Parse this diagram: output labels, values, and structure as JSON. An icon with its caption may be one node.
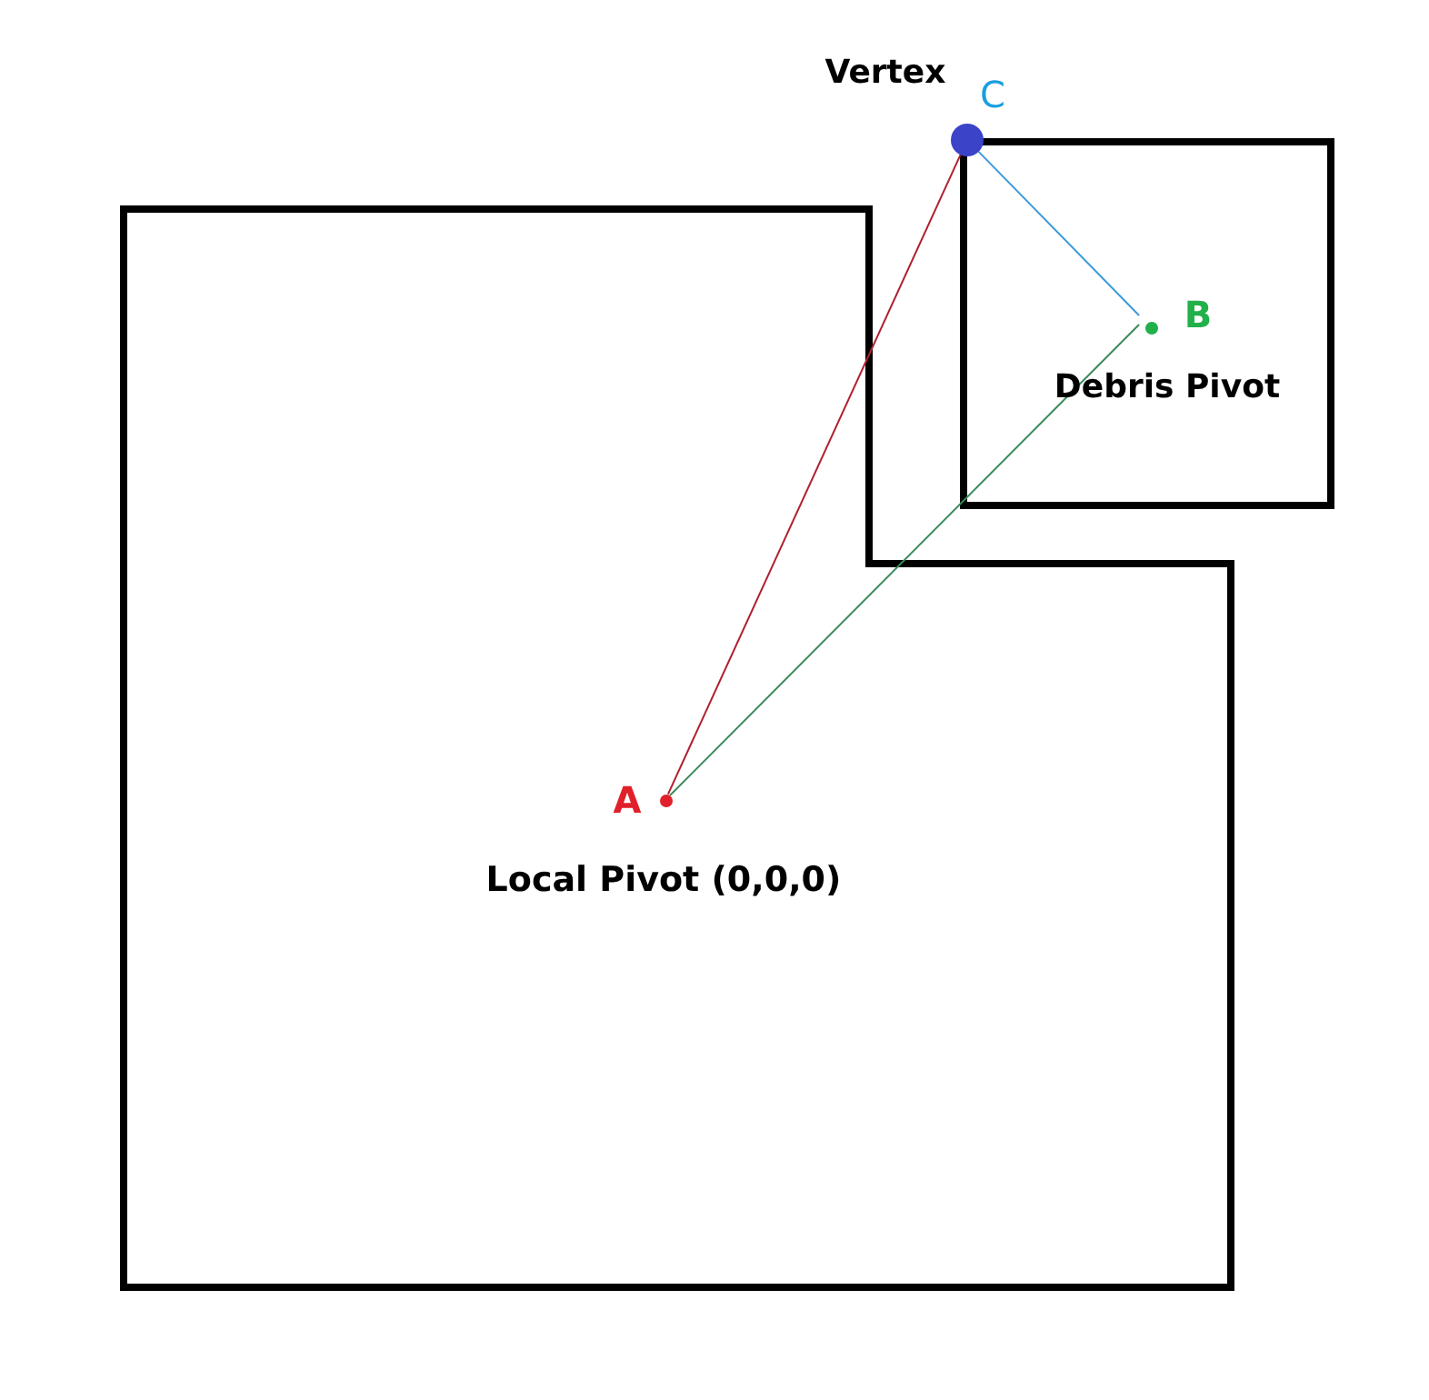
{
  "diagram": {
    "nodes": [
      {
        "text": [],
        "shape": "box"
      },
      {
        "text": [],
        "shape": "box"
      },
      {
        "text": [],
        "shape": "circle",
        "in": 0,
        "beside": [
          "A",
          "Local Pivot (0,0,0)"
        ]
      },
      {
        "text": [],
        "shape": "circle",
        "in": 1,
        "beside": [
          "B",
          "Debris Pivot"
        ]
      },
      {
        "text": [],
        "shape": "circle",
        "beside": [
          "Vertex",
          "C"
        ]
      }
    ],
    "edges": [
      {
        "from": 2,
        "to": 4,
        "arrow": "none",
        "color": "#b0202e"
      },
      {
        "from": 2,
        "to": 3,
        "arrow": "none",
        "color": "#3a8a5a"
      },
      {
        "from": 4,
        "to": 3,
        "arrow": "none",
        "color": "#3b9ad9"
      }
    ]
  }
}
